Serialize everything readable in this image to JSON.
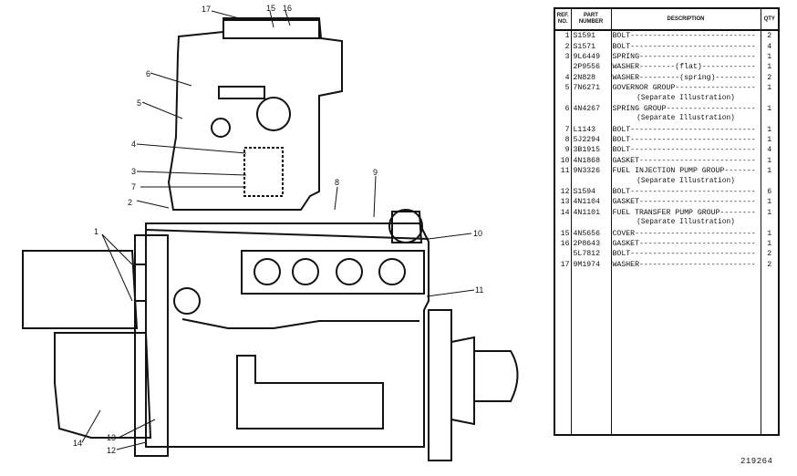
{
  "table": {
    "headers": {
      "ref": "REF. NO.",
      "part": "PART NUMBER",
      "desc": "DESCRIPTION",
      "qty": "QTY"
    },
    "rows": [
      {
        "ref": "1",
        "part": "S1591",
        "desc": "BOLT----------------------------",
        "qty": "2"
      },
      {
        "ref": "2",
        "part": "S1571",
        "desc": "BOLT----------------------------",
        "qty": "4"
      },
      {
        "ref": "3",
        "part": "9L6449",
        "desc": "SPRING--------------------------",
        "qty": "1"
      },
      {
        "ref": "",
        "part": "2P9556",
        "desc": "WASHER--------(flat)------------",
        "qty": "1"
      },
      {
        "ref": "4",
        "part": "2N828",
        "desc": "WASHER---------(spring)---------",
        "qty": "2"
      },
      {
        "ref": "5",
        "part": "7N6271",
        "desc": "GOVERNOR GROUP------------------",
        "qty": "1"
      },
      {
        "ref": "",
        "part": "",
        "desc": "",
        "sub": "(Separate Illustration)",
        "qty": ""
      },
      {
        "ref": "6",
        "part": "4N4267",
        "desc": "SPRING GROUP--------------------",
        "qty": "1"
      },
      {
        "ref": "",
        "part": "",
        "desc": "",
        "sub": "(Separate Illustration)",
        "qty": ""
      },
      {
        "ref": "7",
        "part": "L1143",
        "desc": "BOLT----------------------------",
        "qty": "1"
      },
      {
        "ref": "8",
        "part": "5J2294",
        "desc": "BOLT----------------------------",
        "qty": "1"
      },
      {
        "ref": "9",
        "part": "3B1915",
        "desc": "BOLT----------------------------",
        "qty": "4"
      },
      {
        "ref": "10",
        "part": "4N1868",
        "desc": "GASKET--------------------------",
        "qty": "1"
      },
      {
        "ref": "11",
        "part": "9N3326",
        "desc": "FUEL INJECTION PUMP GROUP-------",
        "qty": "1"
      },
      {
        "ref": "",
        "part": "",
        "desc": "",
        "sub": "(Separate Illustration)",
        "qty": ""
      },
      {
        "ref": "12",
        "part": "S1594",
        "desc": "BOLT----------------------------",
        "qty": "6"
      },
      {
        "ref": "13",
        "part": "4N1104",
        "desc": "GASKET--------------------------",
        "qty": "1"
      },
      {
        "ref": "14",
        "part": "4N1101",
        "desc": "FUEL TRANSFER PUMP GROUP--------",
        "qty": "1"
      },
      {
        "ref": "",
        "part": "",
        "desc": "",
        "sub": "(Separate Illustration)",
        "qty": ""
      },
      {
        "ref": "15",
        "part": "4N5656",
        "desc": "COVER---------------------------",
        "qty": "1"
      },
      {
        "ref": "16",
        "part": "2P8643",
        "desc": "GASKET--------------------------",
        "qty": "1"
      },
      {
        "ref": "",
        "part": "5L7812",
        "desc": "BOLT----------------------------",
        "qty": "2"
      },
      {
        "ref": "17",
        "part": "9M1974",
        "desc": "WASHER--------------------------",
        "qty": "2"
      }
    ]
  },
  "callouts": [
    "1",
    "2",
    "3",
    "4",
    "5",
    "6",
    "7",
    "8",
    "9",
    "10",
    "11",
    "12",
    "13",
    "14",
    "15",
    "16",
    "17"
  ],
  "figure_number": "219264"
}
